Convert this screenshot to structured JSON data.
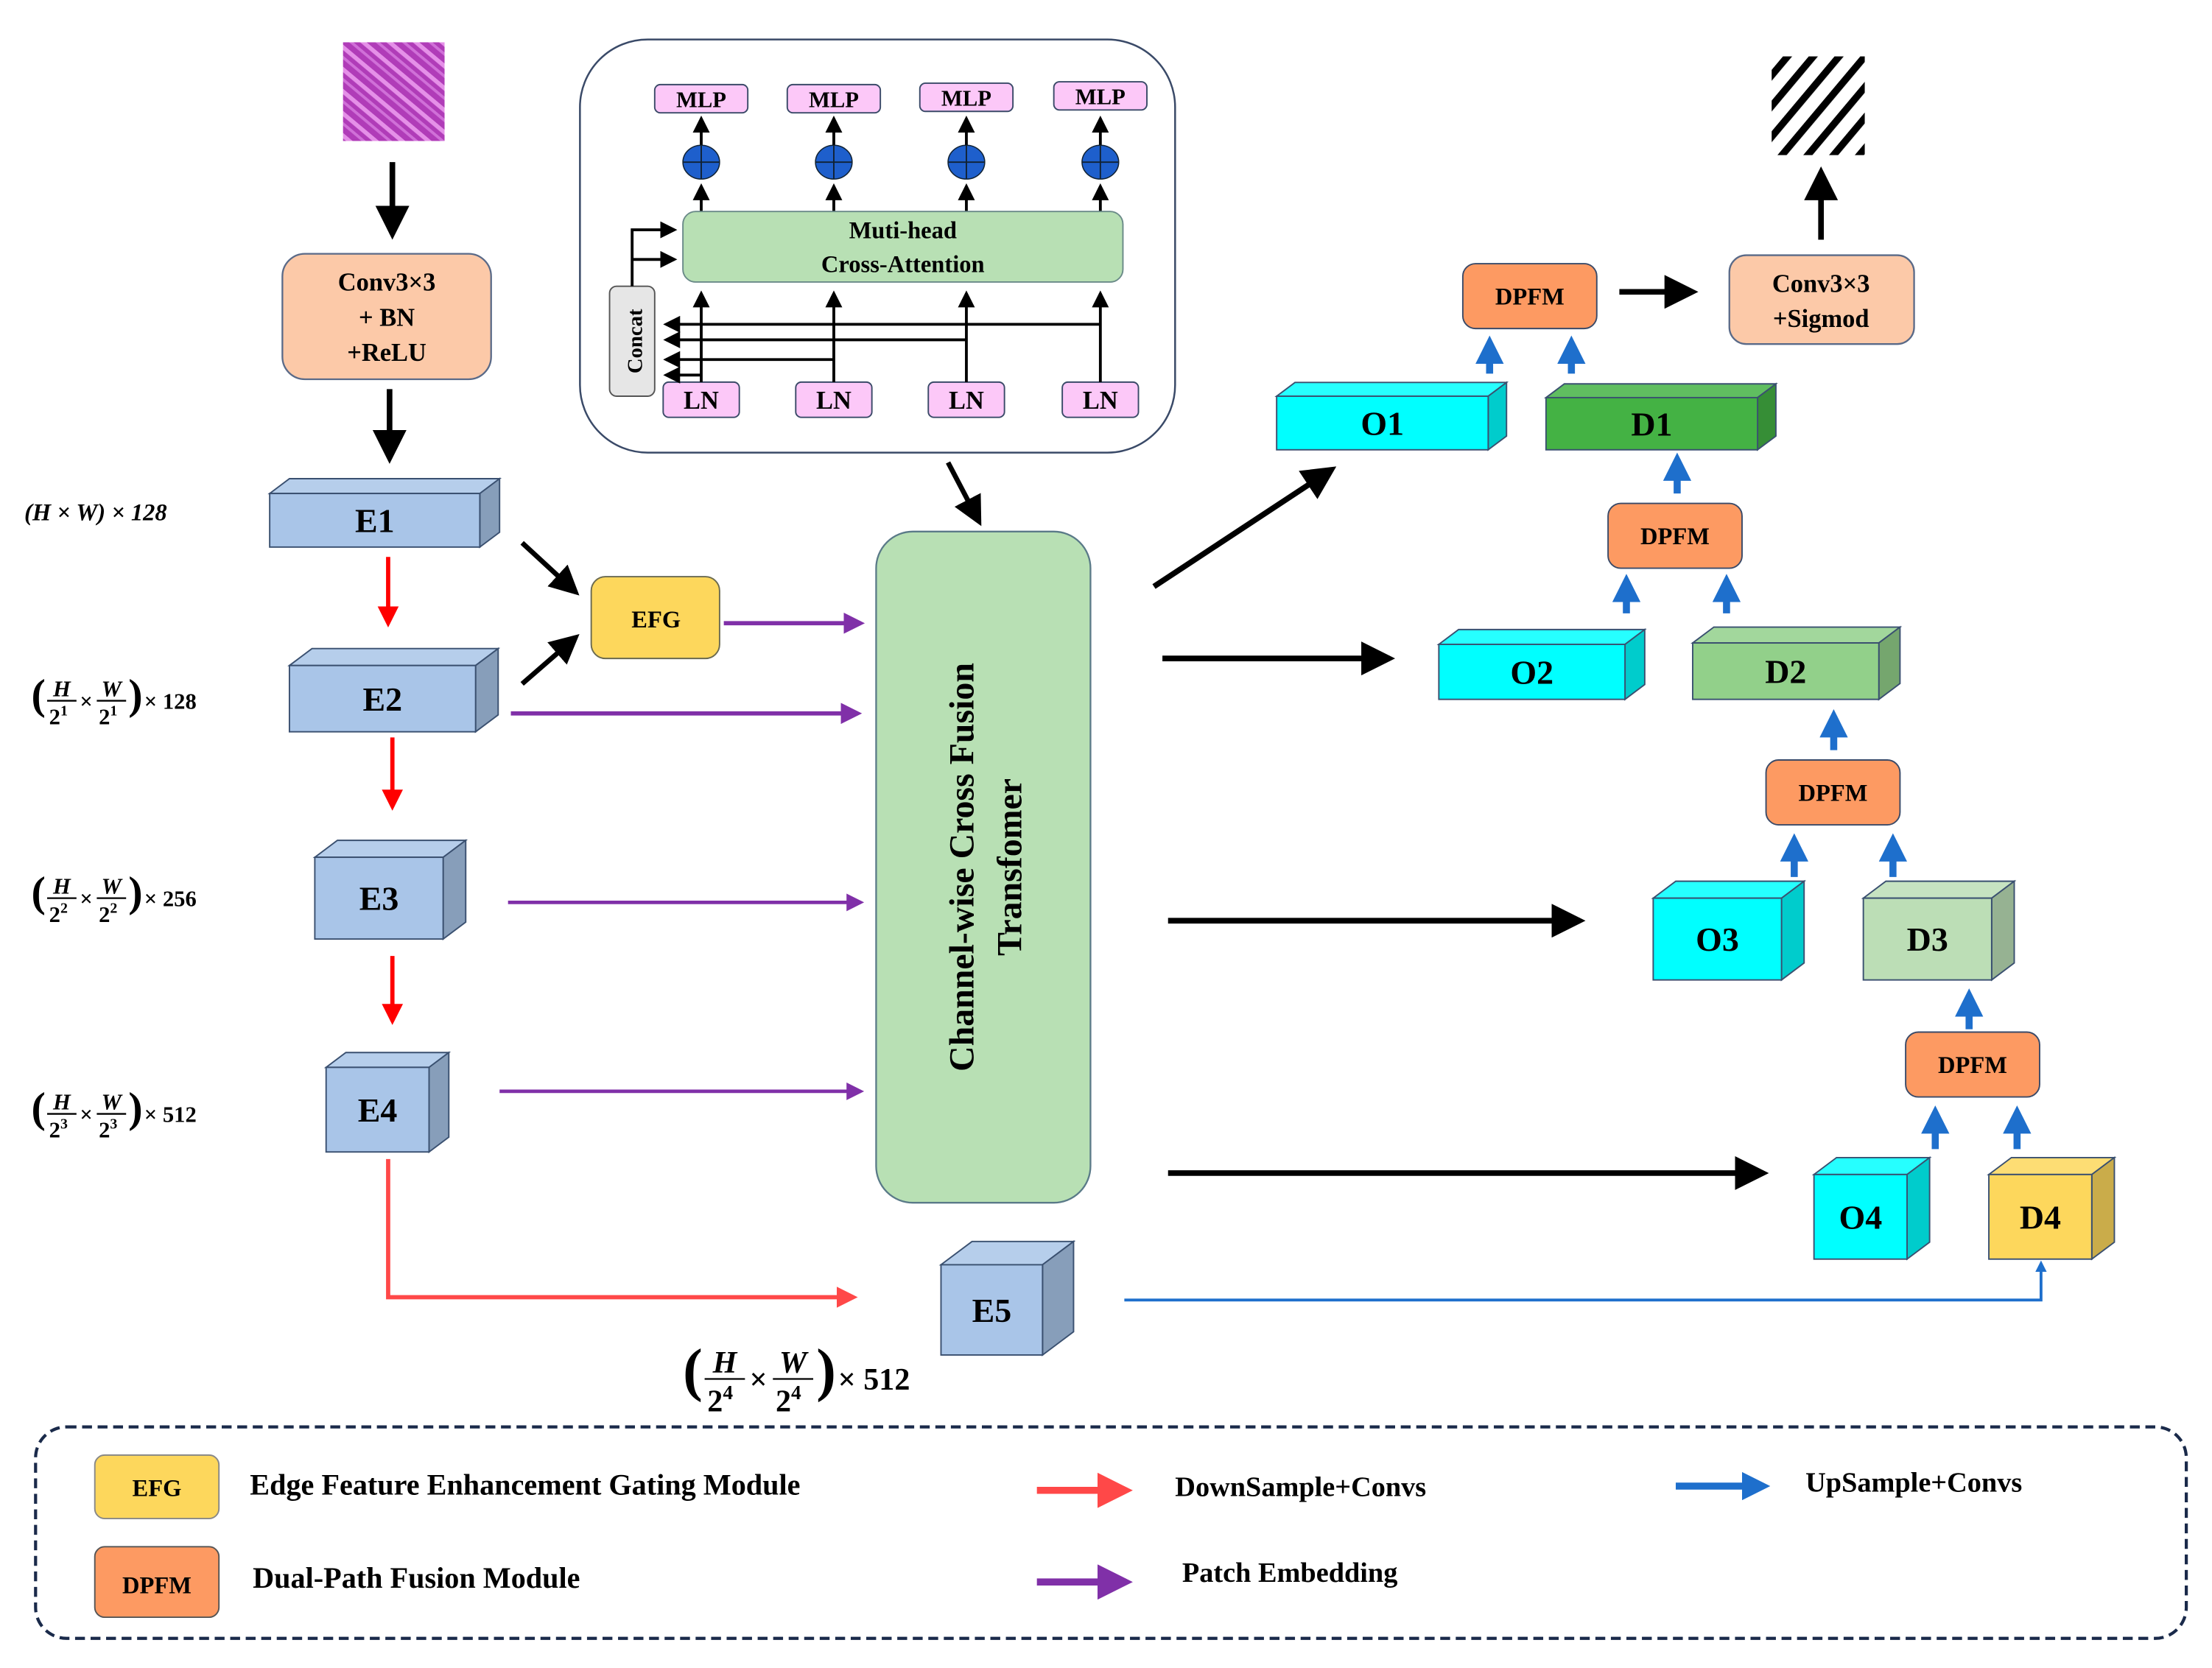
{
  "input_image": {
    "label": "input-histology-image",
    "color": "#c050c8"
  },
  "output_image": {
    "label": "output-segmentation-mask"
  },
  "stem": {
    "lines": [
      "Conv3×3",
      "+ BN",
      "+ReLU"
    ],
    "color": "#fcc9a8"
  },
  "head": {
    "lines": [
      "Conv3×3",
      "+Sigmod"
    ],
    "color": "#fcc9a8"
  },
  "encoders": [
    {
      "label": "E1",
      "dims": {
        "pre": "(H × W) × 128"
      }
    },
    {
      "label": "E2",
      "dims": {
        "exp": "1",
        "ch": "× 128"
      }
    },
    {
      "label": "E3",
      "dims": {
        "exp": "2",
        "ch": "× 256"
      }
    },
    {
      "label": "E4",
      "dims": {
        "exp": "3",
        "ch": "× 512"
      }
    },
    {
      "label": "E5",
      "dims": {
        "exp": "4",
        "ch": "× 512"
      }
    }
  ],
  "math": {
    "H": "H",
    "W": "W",
    "two": "2",
    "times": "×"
  },
  "efg": {
    "label": "EFG",
    "color": "#fdd75c"
  },
  "transformer": {
    "title_line1": "Channel-wise Cross Fusion",
    "title_line2": "Transfomer",
    "color": "#b8e0b4"
  },
  "detail": {
    "mlp_label": "MLP",
    "ln_label": "LN",
    "attention_line1": "Muti-head",
    "attention_line2": "Cross-Attention",
    "concat_label": "Concat",
    "heads": 4
  },
  "outputs": [
    {
      "label": "O1"
    },
    {
      "label": "O2"
    },
    {
      "label": "O3"
    },
    {
      "label": "O4"
    }
  ],
  "decoders": [
    {
      "label": "D1",
      "color": "#44b244"
    },
    {
      "label": "D2",
      "color": "#92d08a"
    },
    {
      "label": "D3",
      "color": "#bcdeb6"
    },
    {
      "label": "D4",
      "color": "#fdd75c"
    }
  ],
  "dpfm": {
    "label": "DPFM",
    "color": "#fd9a62"
  },
  "colors": {
    "encoder": "#a9c5e8",
    "output": "#00ffff",
    "downsample": "#ff0000",
    "downsample_legend": "#ff4848",
    "patch": "#8030a8",
    "upsample": "#1e6fcc",
    "mlp": "#fcc8f8",
    "plus": "#1e5fcc",
    "concat": "#e6e6e6"
  },
  "legend": {
    "efg_badge": "EFG",
    "efg_text": "Edge Feature Enhancement Gating Module",
    "dpfm_badge": "DPFM",
    "dpfm_text": "Dual-Path Fusion Module",
    "down_text": "DownSample+Convs",
    "patch_text": "Patch Embedding",
    "up_text": "UpSample+Convs"
  }
}
